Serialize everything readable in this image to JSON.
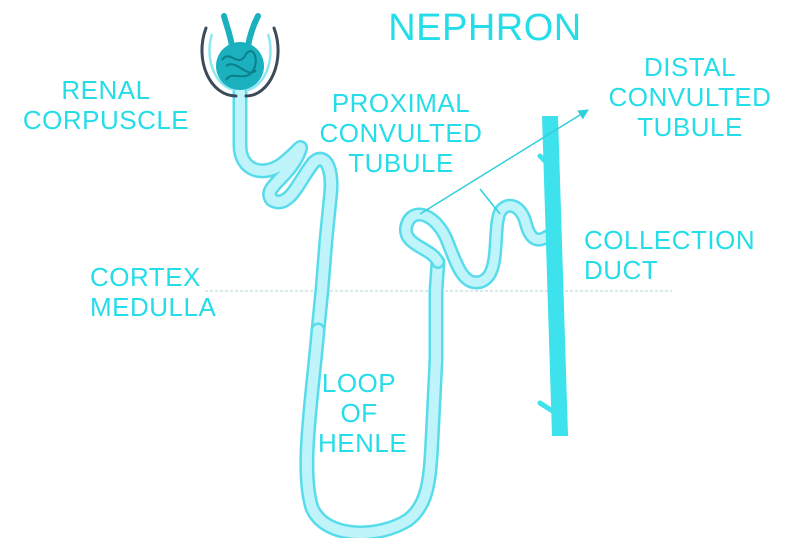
{
  "title": "NEPHRON",
  "colors": {
    "label": "#25dde9",
    "tubule_fill": "#bff4fb",
    "tubule_edge": "#58dcec",
    "duct": "#3ee2ec",
    "glomerulus": "#1bb0bd",
    "capsule": "#3a4a58",
    "boundary": "#c2dde2"
  },
  "labels": {
    "renal_corpuscle": [
      "RENAL",
      "CORPUSCLE"
    ],
    "proximal_tubule": [
      "PROXIMAL",
      "CONVULTED",
      "TUBULE"
    ],
    "distal_tubule": [
      "DISTAL",
      "CONVULTED",
      "TUBULE"
    ],
    "collection_duct": [
      "COLLECTION",
      "DUCT"
    ],
    "cortex_medulla": [
      "CORTEX",
      "MEDULLA"
    ],
    "loop_of_henle": [
      "LOOP",
      "OF",
      "HENLE"
    ]
  }
}
